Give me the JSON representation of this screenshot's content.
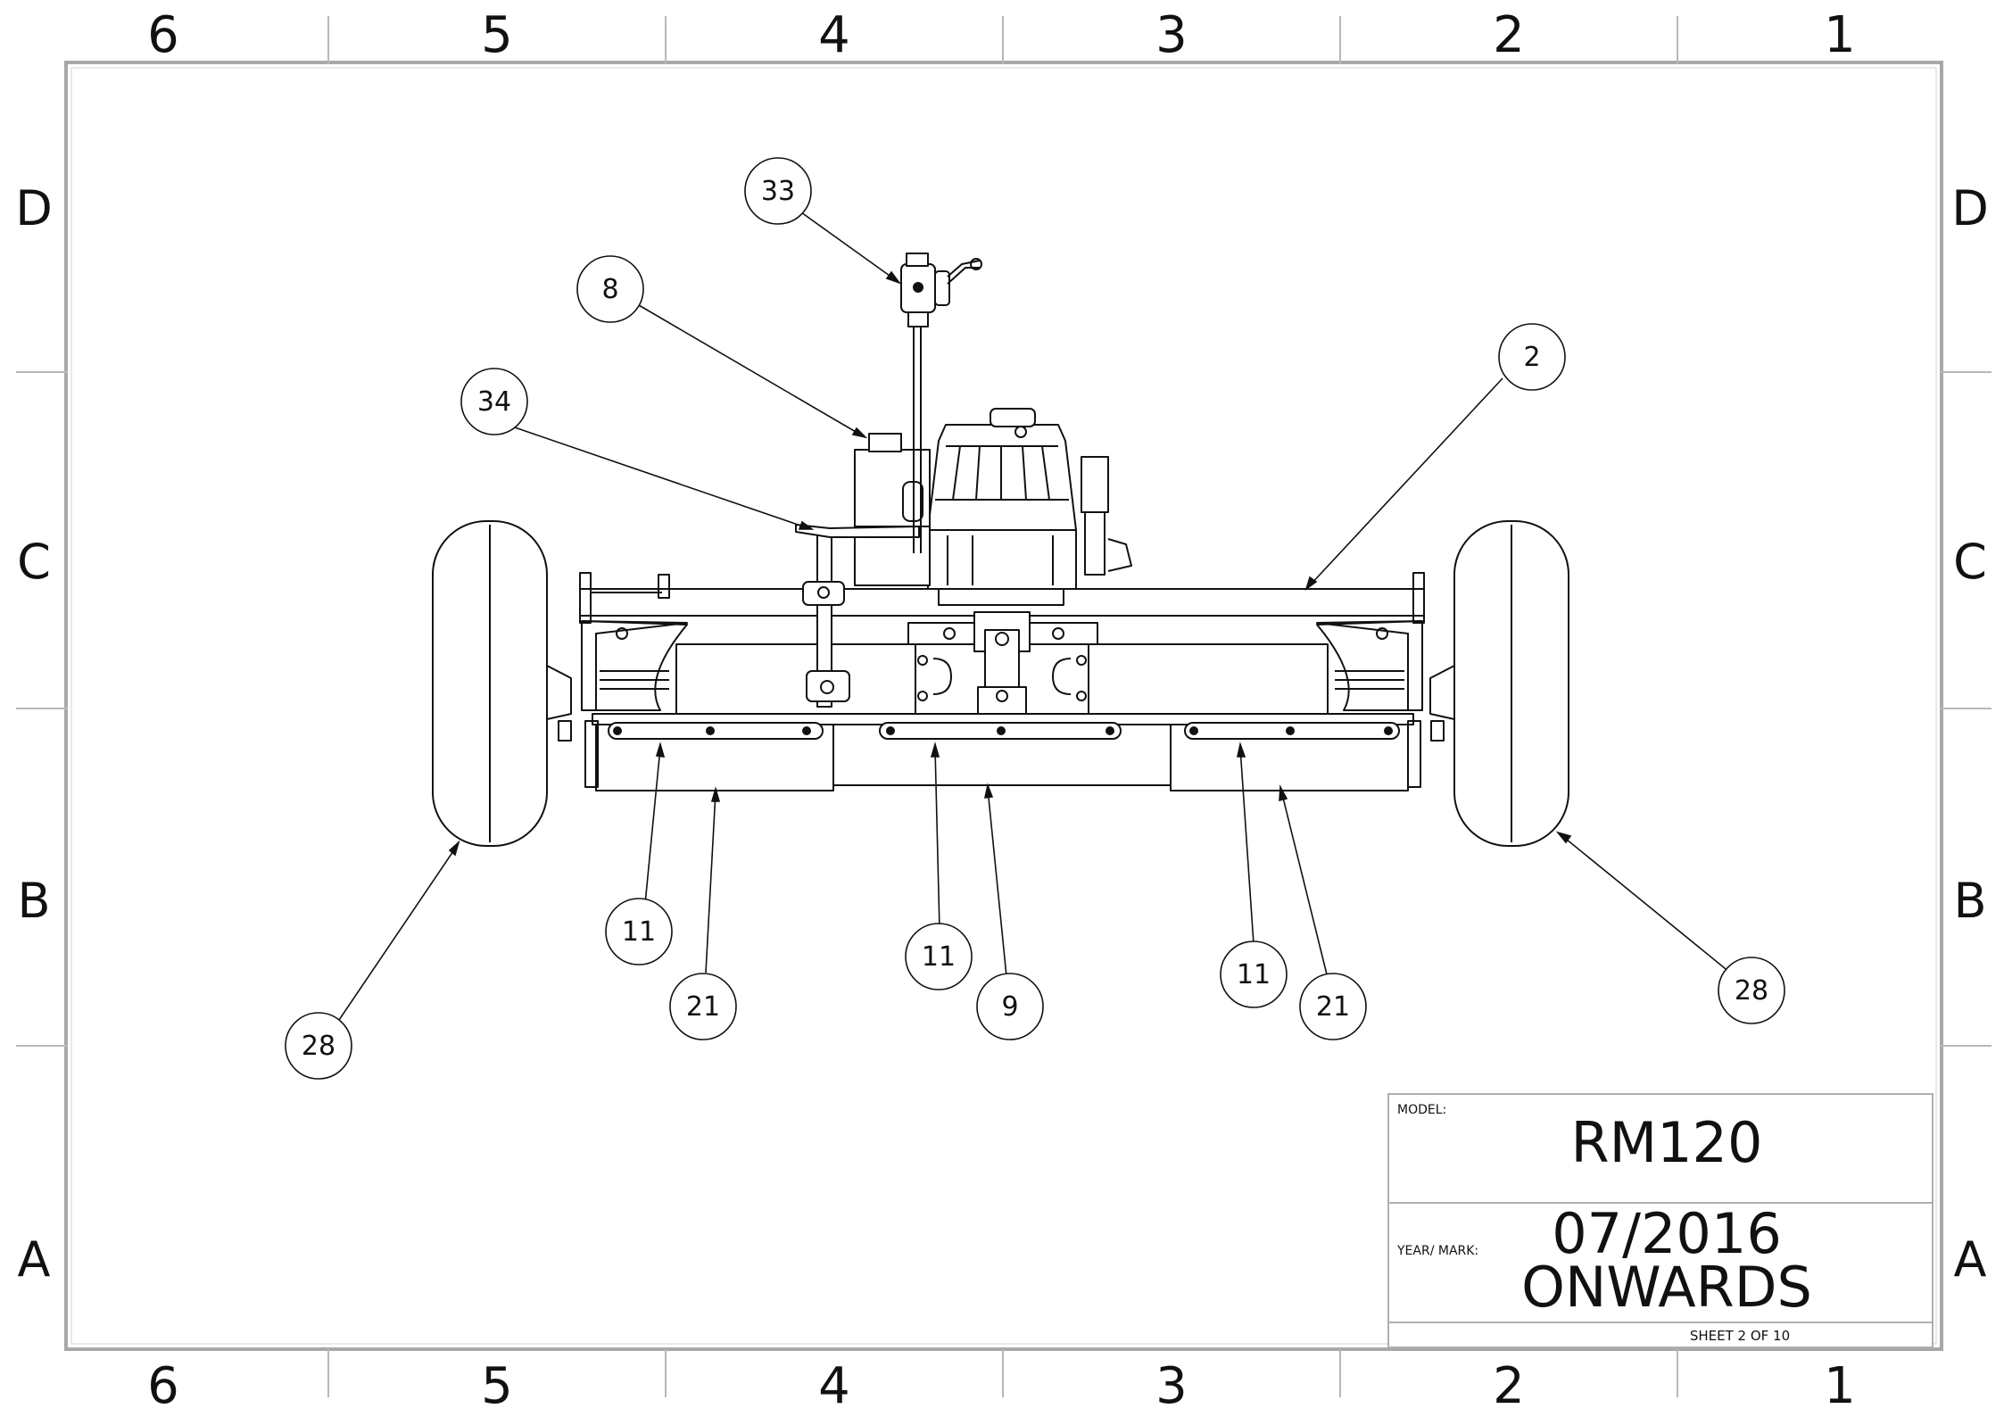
{
  "zones": {
    "columns": [
      "6",
      "5",
      "4",
      "3",
      "2",
      "1"
    ],
    "rows": [
      "D",
      "C",
      "B",
      "A"
    ]
  },
  "balloons": [
    {
      "label": "33"
    },
    {
      "label": "8"
    },
    {
      "label": "34"
    },
    {
      "label": "2"
    },
    {
      "label": "11"
    },
    {
      "label": "21"
    },
    {
      "label": "11"
    },
    {
      "label": "9"
    },
    {
      "label": "11"
    },
    {
      "label": "21"
    },
    {
      "label": "28"
    },
    {
      "label": "28"
    }
  ],
  "title_block": {
    "model_label": "MODEL:",
    "model_value": "RM120",
    "year_label": "YEAR/ MARK:",
    "year_value_line1": "07/2016",
    "year_value_line2": "ONWARDS",
    "sheet": "SHEET 2 OF 10"
  },
  "colors": {
    "line": "#111111",
    "border": "#a8a8a8"
  }
}
